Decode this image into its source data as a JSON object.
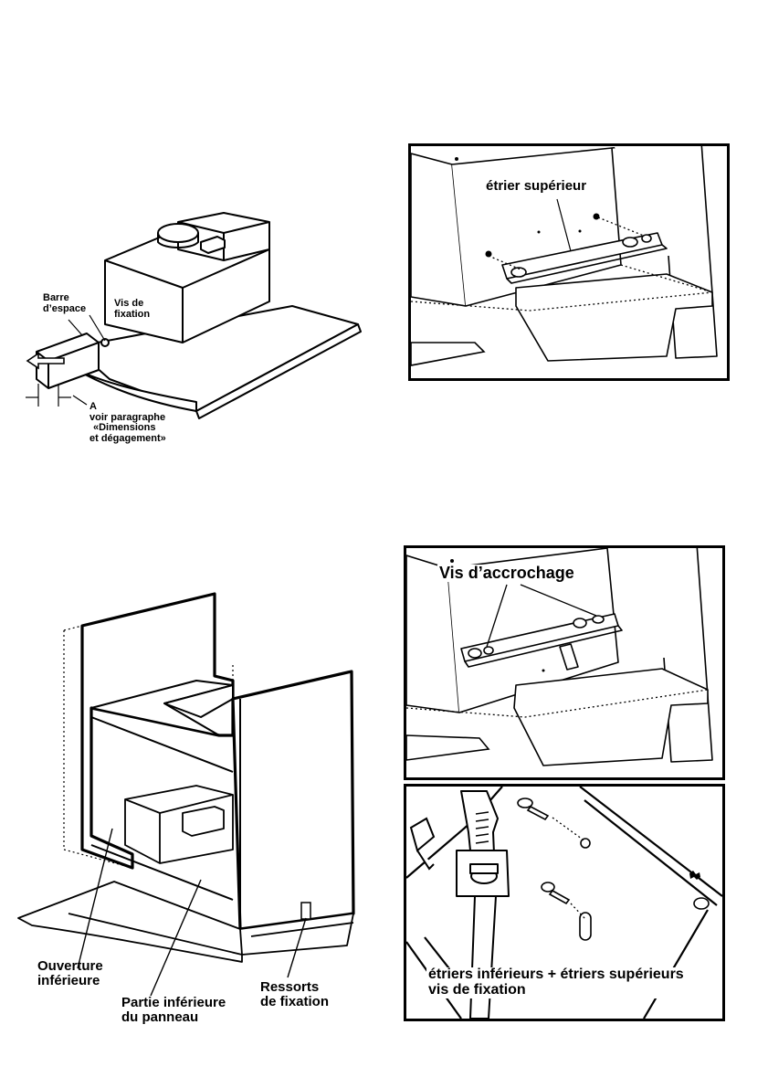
{
  "fig1": {
    "barre_label_line1": "Barre",
    "barre_label_line2": "d’espace",
    "vis_label_line1": "Vis de",
    "vis_label_line2": "fixation",
    "dim_letter": "A",
    "dim_note_line1": "voir paragraphe",
    "dim_note_line2": "«Dimensions",
    "dim_note_line3": "et dégagement»"
  },
  "fig2": {
    "etrier_label": "étrier supérieur"
  },
  "fig3": {
    "ouverture_line1": "Ouverture",
    "ouverture_line2": "inférieure",
    "partie_line1": "Partie inférieure",
    "partie_line2": "du panneau",
    "ressorts_line1": "Ressorts",
    "ressorts_line2": "de fixation"
  },
  "fig4": {
    "vis_accrochage_label": "Vis d’accrochage"
  },
  "fig5": {
    "caption_line1": "étriers inférieurs + étriers supérieurs",
    "caption_line2": "vis de fixation"
  }
}
